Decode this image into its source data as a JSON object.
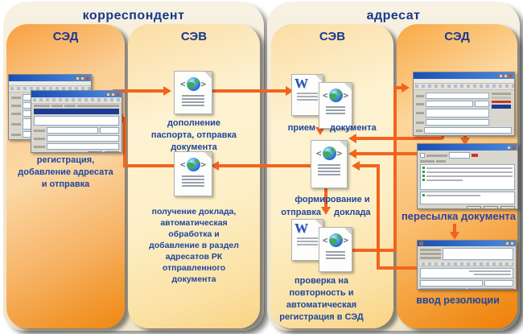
{
  "colors": {
    "arrow": "#f2641e",
    "heading_text": "#17388e",
    "label_text": "#1d469e",
    "sed_orange_dark": "#ee7f04",
    "sed_orange_light": "#fcd79e",
    "sev_cream": "#fdf2d2",
    "group_cream": "#f2e9d2"
  },
  "icons": {
    "xml_document": "page-with-globe-and-angle-brackets",
    "word_document": "page-with-word-w-logo",
    "angle_left": "<",
    "angle_right": ">",
    "word_letter": "W"
  },
  "groups": [
    {
      "title": "корреспондент",
      "columns": [
        {
          "title": "СЭД",
          "label": [
            "регистрация,",
            "добавление адресата",
            "и отправка"
          ]
        },
        {
          "title": "СЭВ",
          "top_label": [
            "дополнение",
            "паспорта, отправка",
            "документа"
          ],
          "bottom_label": [
            "получение доклада,",
            "автоматическая",
            "обработка и",
            "добавление в раздел",
            "адресатов РК",
            "отправленного",
            "документа"
          ]
        }
      ]
    },
    {
      "title": "адресат",
      "columns": [
        {
          "title": "СЭВ",
          "receive_left": "прием",
          "receive_right": "документа",
          "form_line1": "формирование и",
          "form_left": "отправка",
          "form_right": "доклада",
          "check_label": [
            "проверка на",
            "повторность и",
            "автоматическая",
            "регистрация в СЭД"
          ]
        },
        {
          "title": "СЭД",
          "forward_label": "пересылка документа",
          "resolution_label": "ввод резолюции"
        }
      ]
    }
  ]
}
